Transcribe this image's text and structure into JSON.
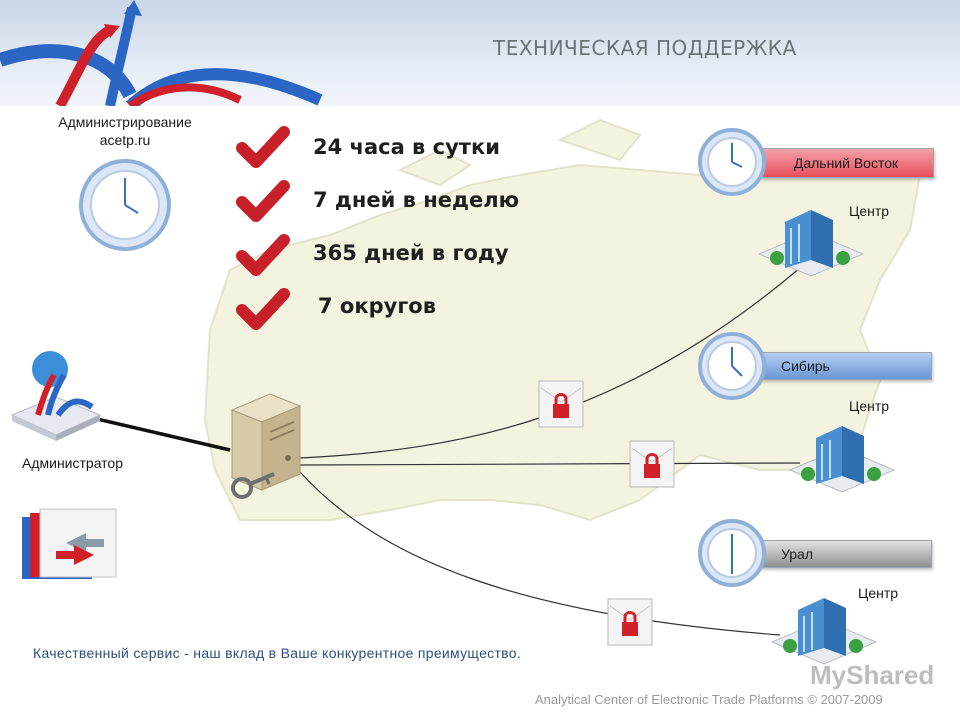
{
  "header": {
    "title": "ТЕХНИЧЕСКАЯ ПОДДЕРЖКА"
  },
  "admin_site": {
    "line1": "Администрирование",
    "line2": "acetp.ru"
  },
  "features": [
    "24 часа в сутки",
    "7 дней в неделю",
    "365 дней в году",
    "7 округов"
  ],
  "admin_label": "Администратор",
  "regions": [
    {
      "name": "Дальний Восток",
      "center": "Центр",
      "color": "#e8505e"
    },
    {
      "name": "Сибирь",
      "center": "Центр",
      "color": "#6a96d6"
    },
    {
      "name": "Урал",
      "center": "Центр",
      "color": "#8f8f8f"
    }
  ],
  "slogan": "Качественный сервис - наш вклад в Ваше конкурентное преимущество.",
  "footer": "Analytical Center of Electronic Trade Platforms © 2007-2009",
  "watermark": "MyShared"
}
